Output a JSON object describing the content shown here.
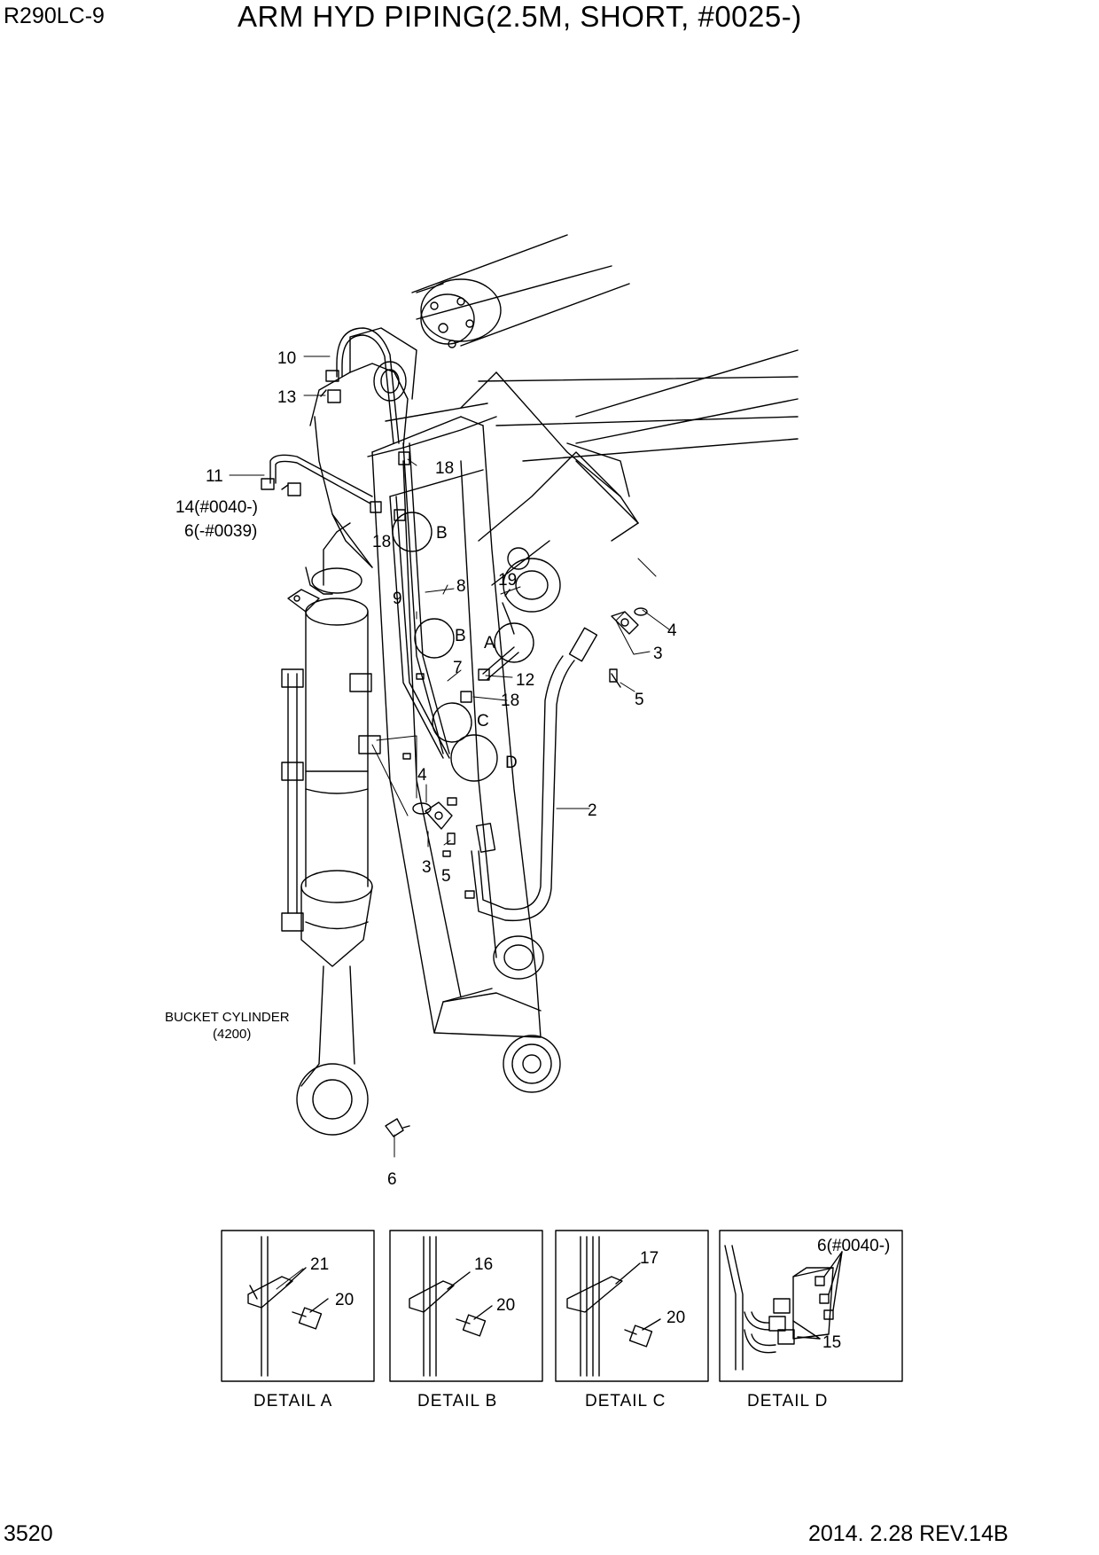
{
  "header": {
    "model": "R290LC-9",
    "title": "ARM HYD PIPING(2.5M, SHORT, #0025-)"
  },
  "footer": {
    "page_number": "3520",
    "date_revision": "2014. 2.28  REV.14B"
  },
  "main_labels": {
    "l10": "10",
    "l13": "13",
    "l11": "11",
    "l14": "14(#0040-)",
    "l6a": "6(-#0039)",
    "l18a": "18",
    "l18b": "18",
    "lB1": "B",
    "l9": "9",
    "l8": "8",
    "l19": "19",
    "lB2": "B",
    "lA": "A",
    "l7": "7",
    "l12": "12",
    "l18c": "18",
    "lC": "C",
    "lD": "D",
    "l4a": "4",
    "l3a": "3",
    "l5a": "5",
    "l4b": "4",
    "l3b": "3",
    "l5b": "5",
    "l2": "2",
    "l6b": "6"
  },
  "bucket_cylinder": {
    "name": "BUCKET CYLINDER",
    "code": "(4200)"
  },
  "details": [
    {
      "caption": "DETAIL  A",
      "labels": [
        "21",
        "20"
      ]
    },
    {
      "caption": "DETAIL  B",
      "labels": [
        "16",
        "20"
      ]
    },
    {
      "caption": "DETAIL  C",
      "labels": [
        "17",
        "20"
      ]
    },
    {
      "caption": "DETAIL  D",
      "labels": [
        "6(#0040-)",
        "15"
      ]
    }
  ]
}
